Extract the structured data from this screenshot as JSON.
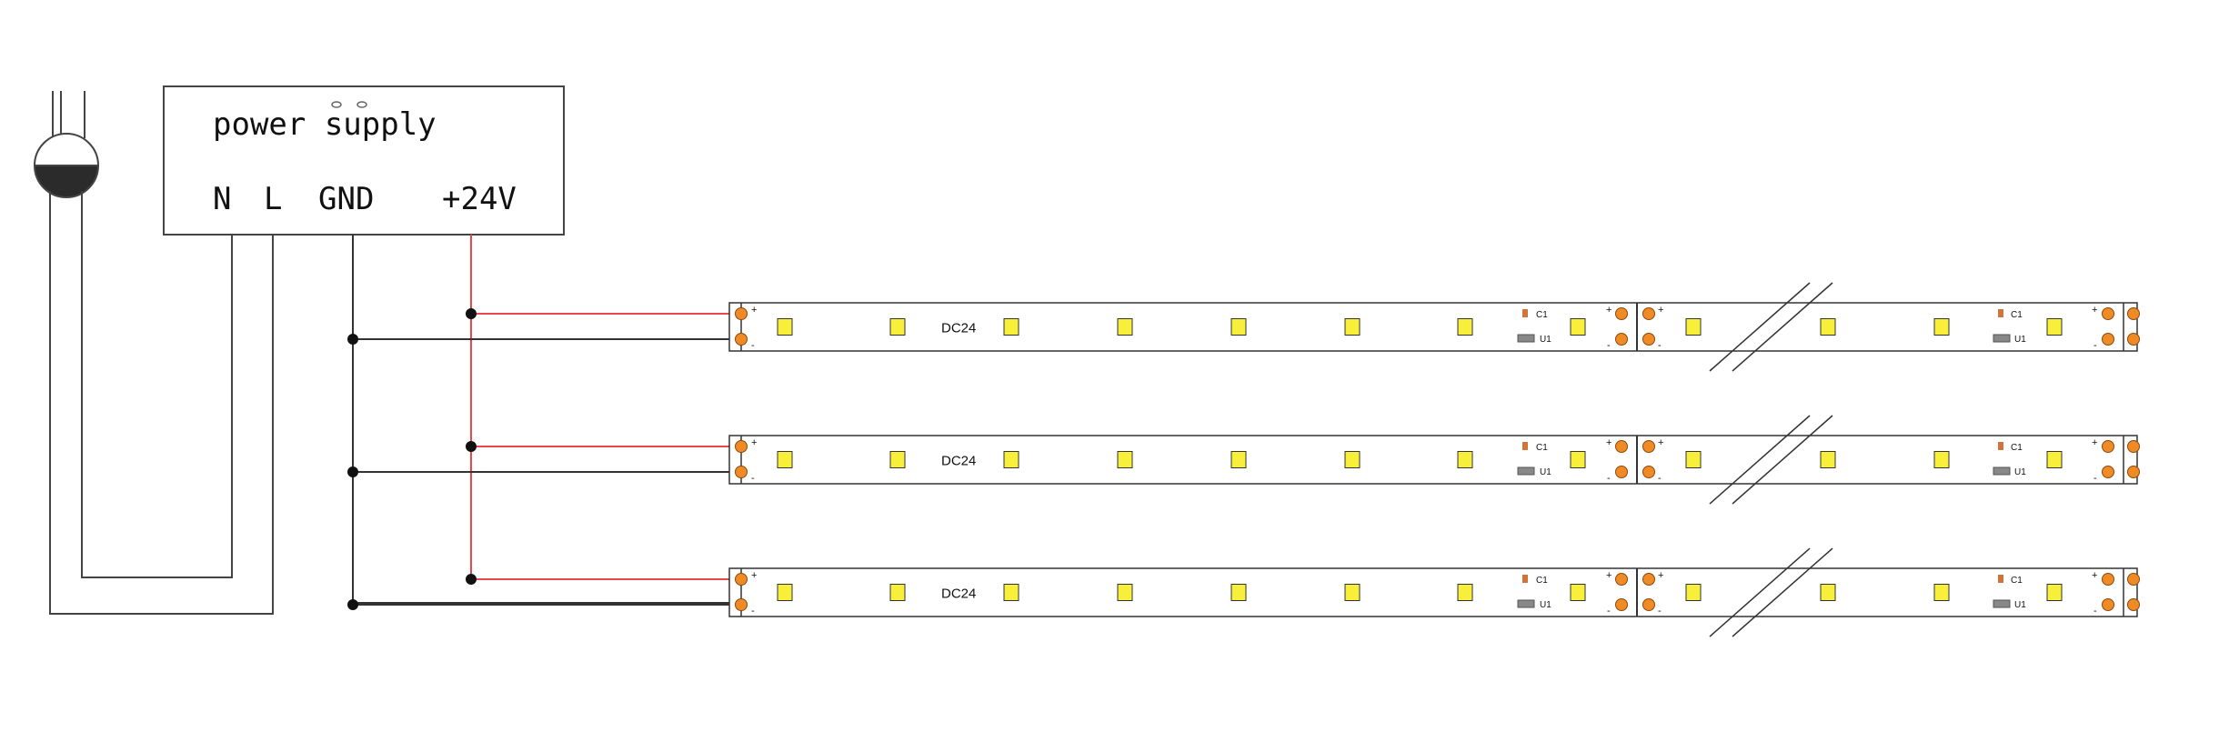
{
  "power_supply": {
    "title": "power supply",
    "terminal_n": "N",
    "terminal_l": "L",
    "terminal_gnd": "GND",
    "terminal_v": "+24V"
  },
  "strips": [
    {
      "label": "DC24",
      "cap_label": "C1",
      "ic_label": "U1",
      "plus": "+",
      "minus": "-"
    },
    {
      "label": "DC24",
      "cap_label": "C1",
      "ic_label": "U1",
      "plus": "+",
      "minus": "-"
    },
    {
      "label": "DC24",
      "cap_label": "C1",
      "ic_label": "U1",
      "plus": "+",
      "minus": "-"
    }
  ],
  "colors": {
    "wire_positive": "#e8474c",
    "wire_ground": "#333333",
    "led": "#f7ef3a",
    "pad": "#f08a24",
    "junction": "#111111"
  }
}
